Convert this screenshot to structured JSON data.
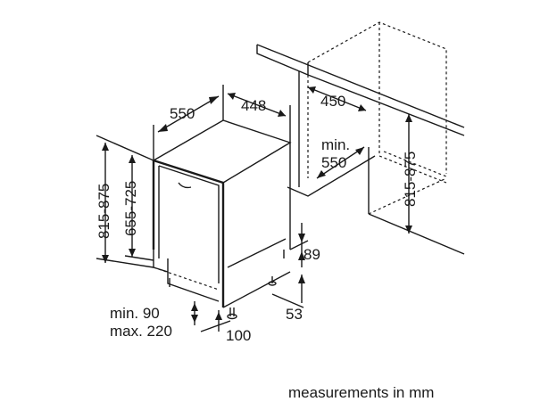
{
  "dimensions": {
    "depth": "550",
    "width": "448",
    "niche_width": "450",
    "niche_depth_min_label": "min.",
    "niche_depth_min_value": "550",
    "niche_height": "815-875",
    "total_height": "815-875",
    "body_height": "655-725",
    "plinth_height": "89",
    "plinth_depth": "53",
    "plinth_gap_min": "min. 90",
    "plinth_gap_max": "max. 220",
    "foot_offset": "100"
  },
  "caption": "measurements in mm"
}
